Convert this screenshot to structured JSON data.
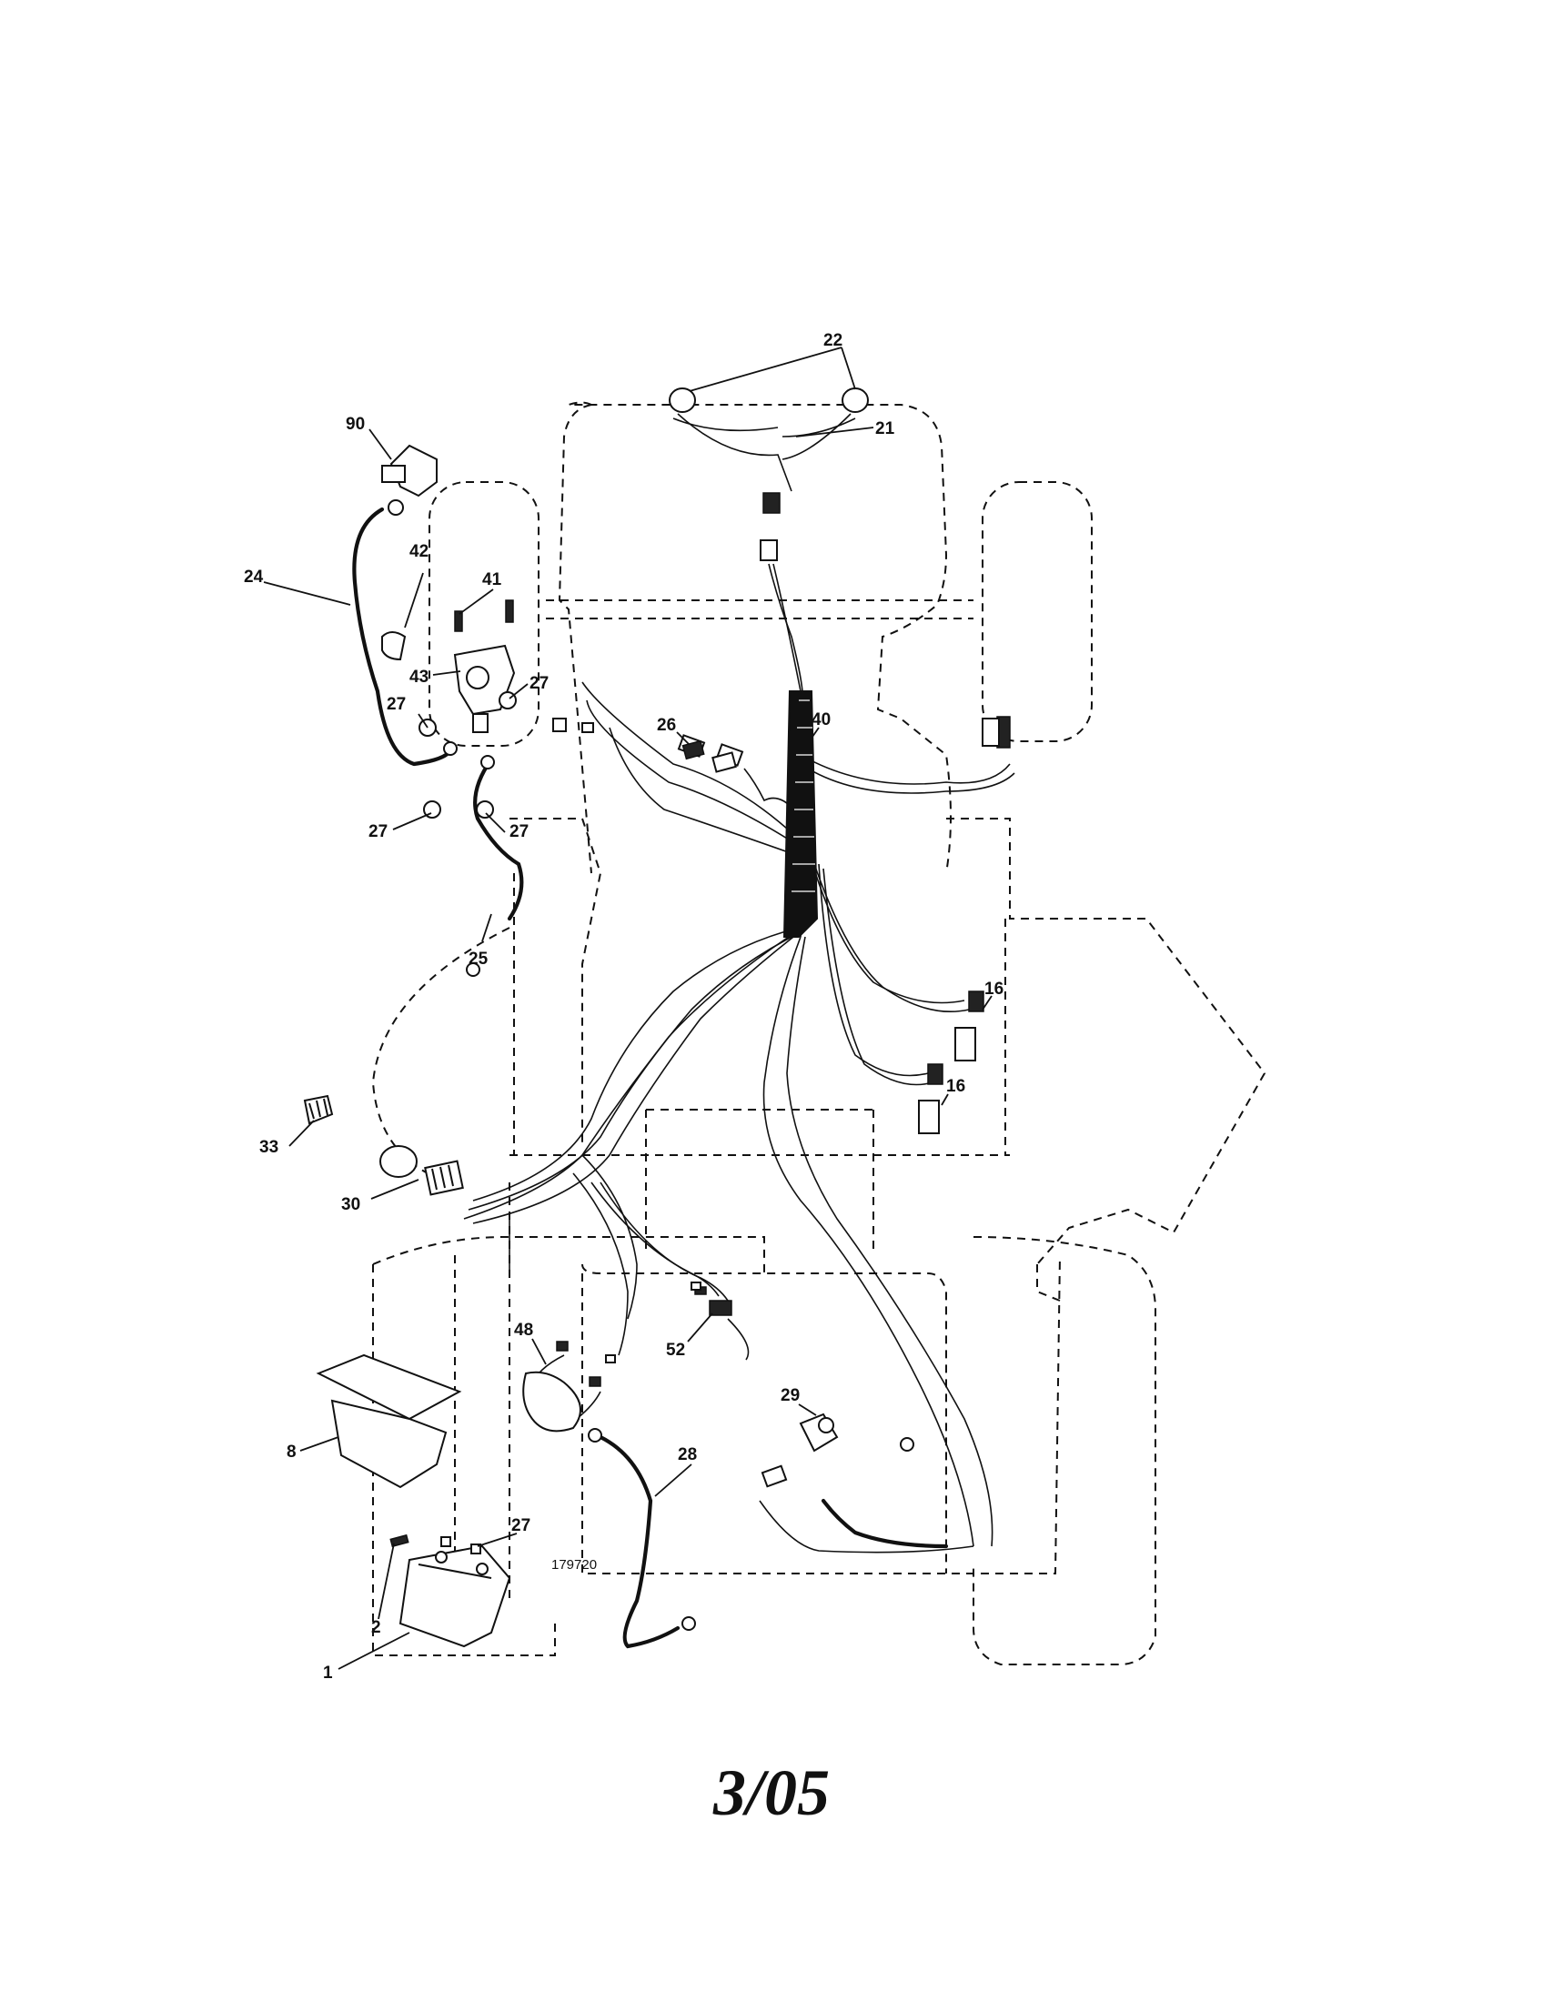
{
  "diagram": {
    "drawing_number": "179720",
    "callouts": {
      "c1": "1",
      "c2": "2",
      "c8": "8",
      "c16a": "16",
      "c16b": "16",
      "c21": "21",
      "c22": "22",
      "c24": "24",
      "c25": "25",
      "c26": "26",
      "c27a": "27",
      "c27b": "27",
      "c27c": "27",
      "c27d": "27",
      "c27e": "27",
      "c28": "28",
      "c29": "29",
      "c30": "30",
      "c33": "33",
      "c40": "40",
      "c41": "41",
      "c42": "42",
      "c43": "43",
      "c48": "48",
      "c52": "52",
      "c90": "90"
    }
  },
  "footer": {
    "date": "3/05"
  }
}
